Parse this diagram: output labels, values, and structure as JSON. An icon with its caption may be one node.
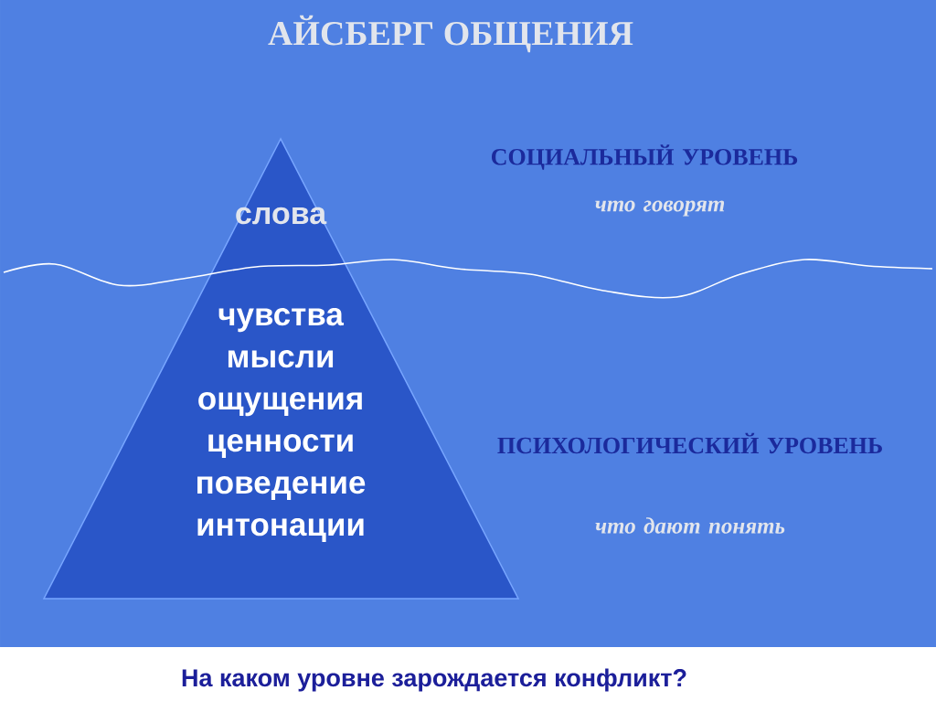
{
  "diagram": {
    "title": "АЙСБЕРГ ОБЩЕНИЯ",
    "caption": "На каком уровне зарождается конфликт?",
    "nodes": [
      {
        "text": [
          "слова",
          "чувства мысли ощущения ценности поведение интонации"
        ]
      }
    ],
    "labels": [
      "СОЦИАЛЬНЫЙ УРОВЕНЬ",
      "что говорят",
      "ПСИХОЛОГИЧЕСКИЙ УРОВЕНЬ",
      "что дают понять"
    ]
  }
}
